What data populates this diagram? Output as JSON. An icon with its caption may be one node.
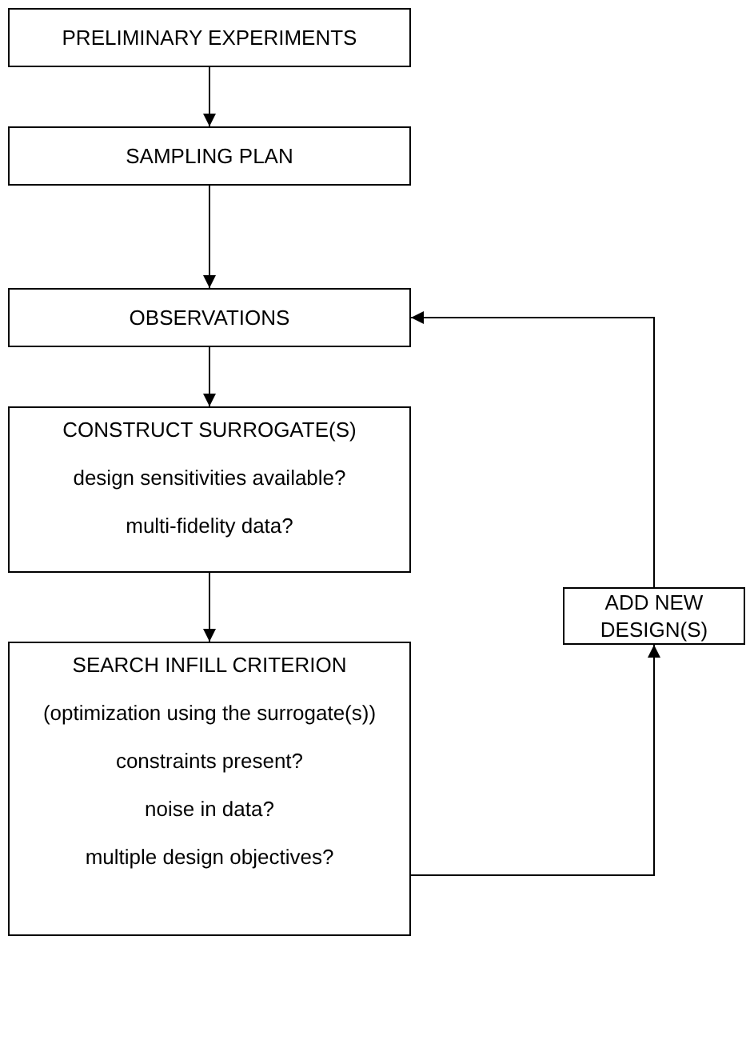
{
  "diagram": {
    "nodes": [
      {
        "text": [
          "PRELIMINARY EXPERIMENTS"
        ]
      },
      {
        "text": [
          "SAMPLING PLAN"
        ]
      },
      {
        "text": [
          "OBSERVATIONS"
        ]
      },
      {
        "text": [
          "CONSTRUCT SURROGATE(S)",
          "design sensitivities available?",
          "multi-fidelity data?"
        ]
      },
      {
        "text": [
          "SEARCH INFILL CRITERION",
          "(optimization using the surrogate(s))",
          "constraints present?",
          "noise in data?",
          "multiple design objectives?"
        ]
      },
      {
        "text": [
          "ADD NEW DESIGN(S)"
        ]
      }
    ],
    "edges": [
      {
        "from": 0,
        "to": 1,
        "arrow": "to"
      },
      {
        "from": 1,
        "to": 2,
        "arrow": "to"
      },
      {
        "from": 2,
        "to": 3,
        "arrow": "to"
      },
      {
        "from": 3,
        "to": 4,
        "arrow": "to"
      },
      {
        "from": 4,
        "to": 5,
        "arrow": "to"
      },
      {
        "from": 5,
        "to": 2,
        "arrow": "to"
      }
    ]
  }
}
